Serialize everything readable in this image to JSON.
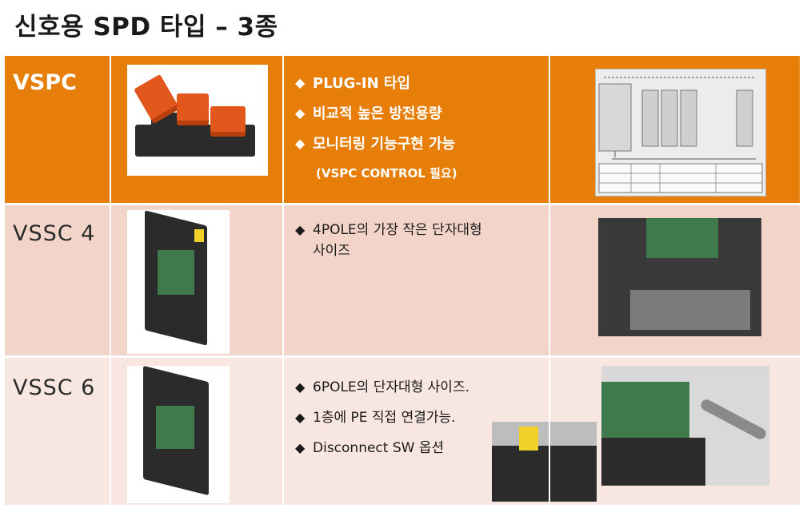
{
  "page": {
    "title": "신호용 SPD 타입 – 3종"
  },
  "colors": {
    "header_row": "#e87e0a",
    "row2": "#f3d4c9",
    "row3": "#f8e7e1"
  },
  "rows": [
    {
      "name": "VSPC",
      "features": [
        "PLUG-IN 타입",
        "비교적 높은 방전용량",
        "모니터링 기능구현 가능"
      ],
      "note": "(VSPC CONTROL 필요)"
    },
    {
      "name": "VSSC 4",
      "features": [
        "4POLE의 가장 작은 단자대형",
        "사이즈"
      ]
    },
    {
      "name": "VSSC 6",
      "features": [
        "6POLE의 단자대형 사이즈.",
        "1층에 PE 직접 연결가능.",
        "Disconnect SW 옵션"
      ]
    }
  ],
  "bullet": "◆"
}
